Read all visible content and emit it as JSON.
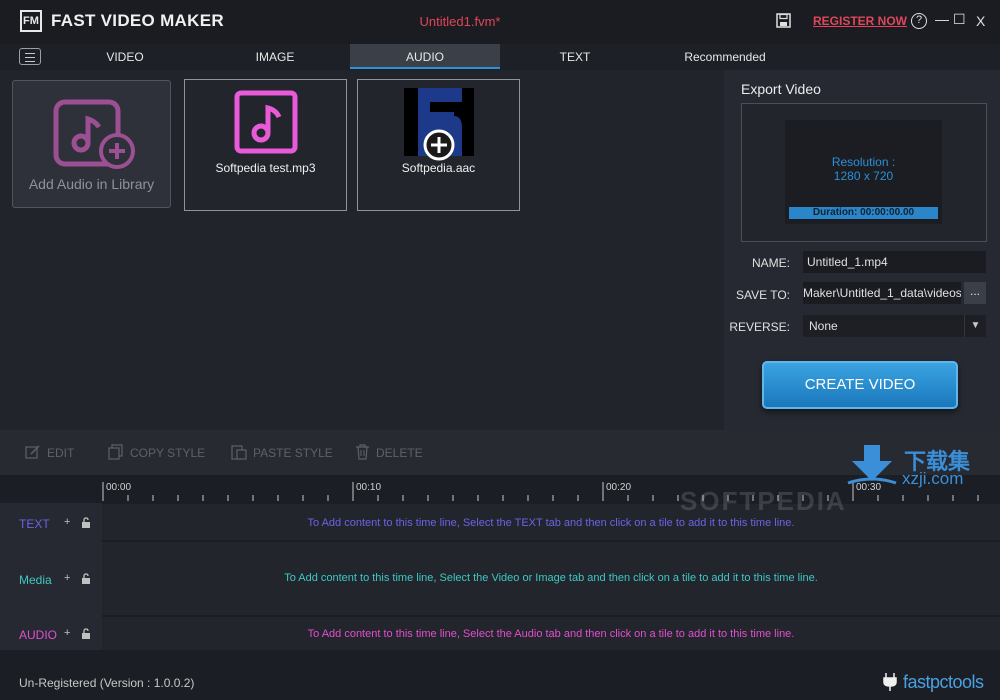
{
  "titlebar": {
    "logo_text": "FM",
    "app_title": "FAST VIDEO MAKER",
    "file_title": "Untitled1.fvm*",
    "register_label": "REGISTER NOW",
    "help_symbol": "?",
    "minimize_symbol": "—",
    "maximize_symbol": "☐",
    "close_symbol": "X"
  },
  "tabs": [
    {
      "label": "VIDEO"
    },
    {
      "label": "IMAGE"
    },
    {
      "label": "AUDIO"
    },
    {
      "label": "TEXT"
    },
    {
      "label": "Recommended"
    }
  ],
  "library": {
    "add_label": "Add Audio in Library",
    "items": [
      {
        "label": "Softpedia test.mp3"
      },
      {
        "label": "Softpedia.aac"
      }
    ]
  },
  "export": {
    "title": "Export Video",
    "resolution_label": "Resolution :",
    "resolution_value": "1280 x 720",
    "duration": "Duration: 00:00:00.00",
    "name_label": "NAME:",
    "name_value": "Untitled_1.mp4",
    "save_label": "SAVE TO:",
    "save_value": "Maker\\Untitled_1_data\\videos",
    "browse_label": "...",
    "reverse_label": "REVERSE:",
    "reverse_value": "None",
    "create_label": "CREATE VIDEO"
  },
  "toolbar": {
    "edit": "EDIT",
    "copy_style": "COPY STYLE",
    "paste_style": "PASTE STYLE",
    "delete": "DELETE"
  },
  "ruler": [
    "00:00",
    "00:10",
    "00:20",
    "00:30"
  ],
  "tracks": [
    {
      "label": "TEXT",
      "hint": "To Add content to this time line, Select the TEXT tab and then click on a tile to add it to this time line.",
      "color": "#6b63e6"
    },
    {
      "label": "Media",
      "hint": "To Add content to this time line, Select the Video or Image tab and then click on a tile to add it to this time line.",
      "color": "#3ec9c2"
    },
    {
      "label": "AUDIO",
      "hint": "To Add content to this time line, Select the Audio tab and then click on a tile to add it to this time line.",
      "color": "#e24fce"
    }
  ],
  "track_add_symbol": "+",
  "status": "Un-Registered (Version : 1.0.0.2)",
  "brand": "fastpctools",
  "watermarks": {
    "softpedia": "SOFTPEDIA",
    "cn": "下载集",
    "url": "xzji.com"
  },
  "colors": {
    "accent": "#2f8fd8",
    "register": "#e0465a",
    "music_icon": "#e85ad8"
  }
}
